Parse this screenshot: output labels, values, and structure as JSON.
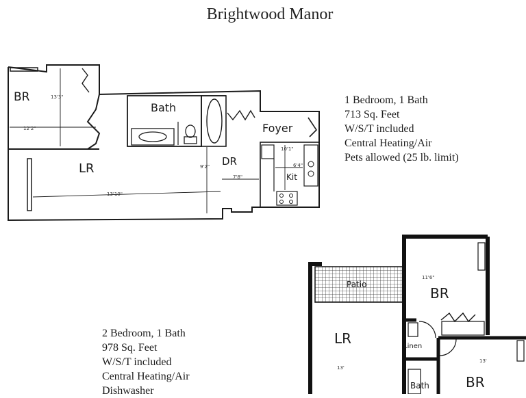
{
  "document": {
    "title": "Brightwood Manor"
  },
  "plan_1br": {
    "specs": [
      "1 Bedroom, 1 Bath",
      "713 Sq. Feet",
      "W/S/T included",
      "Central Heating/Air",
      "Pets allowed (25 lb. limit)"
    ],
    "rooms": {
      "br": "BR",
      "bath": "Bath",
      "lr": "LR",
      "dr": "DR",
      "foyer": "Foyer",
      "kit": "Kit"
    },
    "dimensions": {
      "br_width": "12'2\"",
      "br_length": "13'3\"",
      "lr_length": "13'10\"",
      "dr_height": "9'2\"",
      "dr_width": "7'8\"",
      "kit_a": "10'1\"",
      "kit_b": "6'4\""
    }
  },
  "plan_2br": {
    "specs": [
      "2 Bedroom, 1 Bath",
      "978 Sq. Feet",
      "W/S/T included",
      "Central Heating/Air",
      "Dishwasher"
    ],
    "rooms": {
      "patio": "Patio",
      "lr": "LR",
      "br1": "BR",
      "br2": "BR",
      "linen": "Linen",
      "bath": "Bath"
    },
    "dimensions": {
      "lr_width": "13'",
      "br_width": "11'6\"",
      "br2_width": "13'"
    }
  }
}
